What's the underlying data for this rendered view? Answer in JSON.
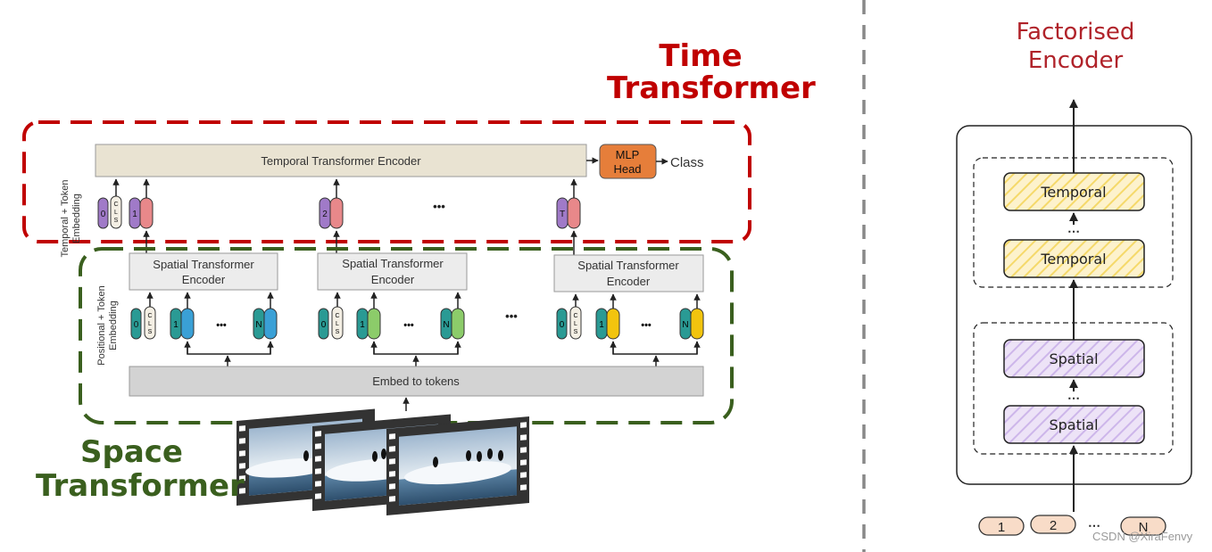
{
  "time_transformer": {
    "line1": "Time",
    "line2": "Transformer"
  },
  "space_transformer": {
    "line1": "Space",
    "line2": "Transformer"
  },
  "temporal_encoder": {
    "label": "Temporal Transformer Encoder"
  },
  "mlp_head": {
    "line1": "MLP",
    "line2": "Head"
  },
  "class_label": "Class",
  "temporal_embedding": {
    "line1": "Temporal + Token",
    "line2": "Embedding"
  },
  "positional_embedding": {
    "line1": "Positional + Token",
    "line2": "Embedding"
  },
  "spatial_encoder": {
    "line1": "Spatial Transformer",
    "line2": "Encoder"
  },
  "embed": {
    "label": "Embed to tokens"
  },
  "tokens": {
    "zero": "0",
    "cls": [
      "C",
      "L",
      "S"
    ],
    "one": "1",
    "two": "2",
    "t": "T",
    "n": "N",
    "ellipsis": "•••"
  },
  "factorised": {
    "title_line1": "Factorised",
    "title_line2": "Encoder",
    "temporal": "Temporal",
    "spatial": "Spatial",
    "dots": "⋯",
    "inputs": [
      "1",
      "2",
      "N"
    ]
  },
  "watermark": "CSDN @XiraFenvy",
  "colors": {
    "time_red": "#c00000",
    "space_green": "#3a5f1e",
    "temporal_token": "#e8888a",
    "cls_purple": "#a07ac8",
    "teal": "#2a9a94",
    "blue": "#3aa0d6",
    "green_token": "#8ccc6a",
    "yellow_token": "#f2c40e",
    "mlp_orange": "#e67e3a"
  }
}
